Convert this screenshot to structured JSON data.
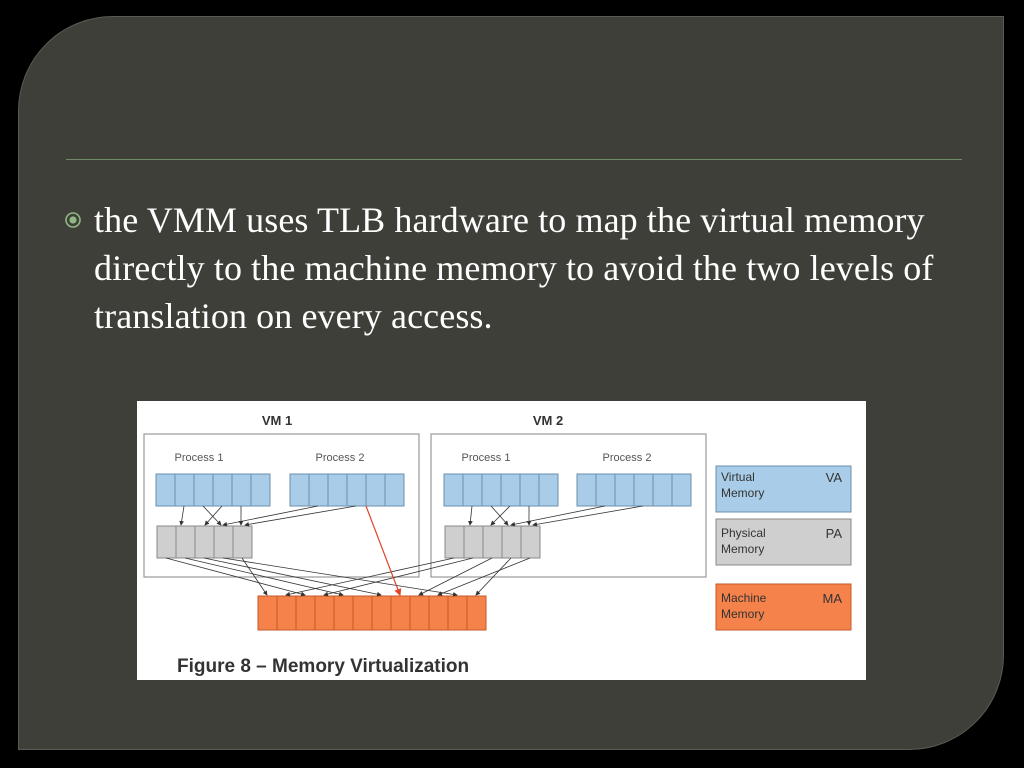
{
  "slide": {
    "bullet_icon": "circle-dot-icon",
    "bullet_text": "the VMM uses TLB hardware to map the virtual memory directly to the machine memory to avoid the two levels of translation on every access."
  },
  "figure": {
    "vm1_title": "VM 1",
    "vm2_title": "VM 2",
    "vm1_process1": "Process 1",
    "vm1_process2": "Process 2",
    "vm2_process1": "Process 1",
    "vm2_process2": "Process 2",
    "legend": [
      {
        "line1": "Virtual",
        "line2": "Memory",
        "abbr": "VA",
        "color": "#a9cde8"
      },
      {
        "line1": "Physical",
        "line2": "Memory",
        "abbr": "PA",
        "color": "#cfcfcf"
      },
      {
        "line1": "Machine",
        "line2": "Memory",
        "abbr": "MA",
        "color": "#f4824a"
      }
    ],
    "caption": "Figure 8 – Memory Virtualization",
    "colors": {
      "virtual": "#a9cde8",
      "physical": "#cfcfcf",
      "machine": "#f4824a",
      "highlight_arrow": "#e0442a"
    }
  }
}
